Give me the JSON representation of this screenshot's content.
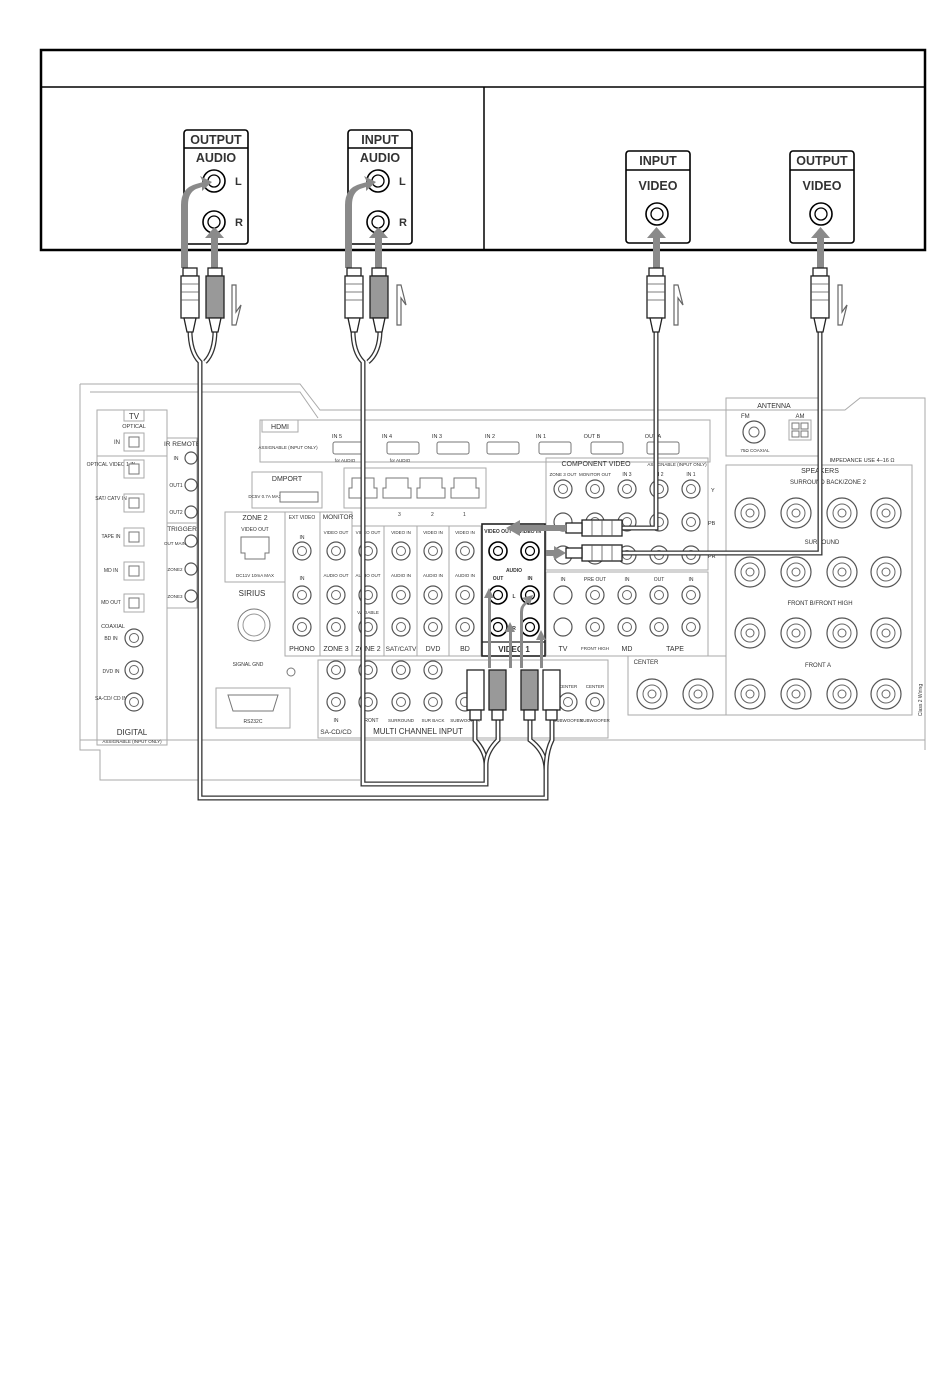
{
  "top_box": {
    "left_jacks": [
      {
        "header": "OUTPUT",
        "sub": "AUDIO",
        "l": "L",
        "r": "R"
      },
      {
        "header": "INPUT",
        "sub": "AUDIO",
        "l": "L",
        "r": "R"
      }
    ],
    "right_jacks": [
      {
        "header": "INPUT",
        "sub": "VIDEO"
      },
      {
        "header": "OUTPUT",
        "sub": "VIDEO"
      }
    ]
  },
  "receiver": {
    "tv_label": "TV",
    "optical": "OPTICAL",
    "in": "IN",
    "optical_inputs": [
      "OPTICAL VIDEO 1 IN",
      "SAT/ CATV IN",
      "TAPE IN",
      "MD IN",
      "MD OUT"
    ],
    "coaxial": "COAXIAL",
    "coax_inputs": [
      "BD IN",
      "DVD IN",
      "SA-CD/ CD IN"
    ],
    "digital": "DIGITAL",
    "digital_sub": "ASSIGNABLE (INPUT ONLY)",
    "ir_remote": "IR REMOTE",
    "ir_items": [
      "IN",
      "OUT1",
      "OUT2"
    ],
    "trigger": "TRIGGER",
    "trigger_items": [
      "OUT MAIN",
      "ZONE2",
      "ZONE3"
    ],
    "hdmi": "HDMI",
    "hdmi_assign": "ASSIGNABLE (INPUT ONLY)",
    "hdmi_ports": [
      "IN 5",
      "IN 4",
      "IN 3",
      "IN 2",
      "IN 1",
      "OUT B",
      "OUT A"
    ],
    "for_audio": "for AUDIO",
    "dmport": "DMPORT",
    "dmport_spec": "DC5V 0.7A MAX",
    "zone2": "ZONE 2",
    "zone2_video_out": "VIDEO OUT",
    "zone2_spec": "DC11V 10mA MAX",
    "sirius": "SIRIUS",
    "signal_gnd": "SIGNAL GND",
    "rs232c": "RS232C",
    "ethernet_nums": [
      "3",
      "2",
      "1"
    ],
    "ext_video": "EXT VIDEO",
    "monitor": "MONITOR",
    "video_out": "VIDEO OUT",
    "audio_out": "AUDIO OUT",
    "video_in": "VIDEO IN",
    "audio_in": "AUDIO IN",
    "variable": "VARIABLE",
    "col_bottom": [
      "PHONO",
      "ZONE 3",
      "ZONE 2",
      "SAT/CATV",
      "DVD",
      "BD"
    ],
    "video1_box": {
      "video_out": "VIDEO OUT",
      "video_in": "VIDEO IN",
      "audio": "AUDIO",
      "out": "OUT",
      "in": "IN",
      "l": "L",
      "r": "R",
      "name": "VIDEO 1"
    },
    "component_video": "COMPONENT VIDEO",
    "comp_assign": "ASSIGNABLE (INPUT ONLY)",
    "comp_cols": [
      "ZONE 3 OUT",
      "MONITOR OUT",
      "IN 3",
      "IN 2",
      "IN 1"
    ],
    "comp_rows": [
      "Y",
      "PB",
      "PR"
    ],
    "tv": "TV",
    "md": "MD",
    "tape": "TAPE",
    "pre_out": "PRE OUT",
    "front_high": "FRONT HIGH",
    "center": "CENTER",
    "subwoofer": "SUBWOOFER",
    "multi_channel_input": "MULTI CHANNEL INPUT",
    "sa_cd": "SA-CD/CD",
    "mc_labels": [
      "IN",
      "CENTER",
      "FRONT",
      "SURROUND",
      "SUR BACK",
      "SUBWOOFER"
    ],
    "antenna": "ANTENNA",
    "fm": "FM",
    "am": "AM",
    "coaxial_75": "75Ω COAXIAL",
    "impedance": "IMPEDANCE USE 4–16 Ω",
    "speakers": "SPEAKERS",
    "surround_back": "SURROUND BACK/ZONE 2",
    "surround": "SURROUND",
    "front_b": "FRONT B/FRONT HIGH",
    "front_a": "FRONT A",
    "center_sp": "CENTER",
    "class2": "Class 2 Wiring"
  },
  "colors": {
    "ink": "#333333",
    "panel": "#aaaaaa",
    "arrow": "#8a8a8a"
  }
}
